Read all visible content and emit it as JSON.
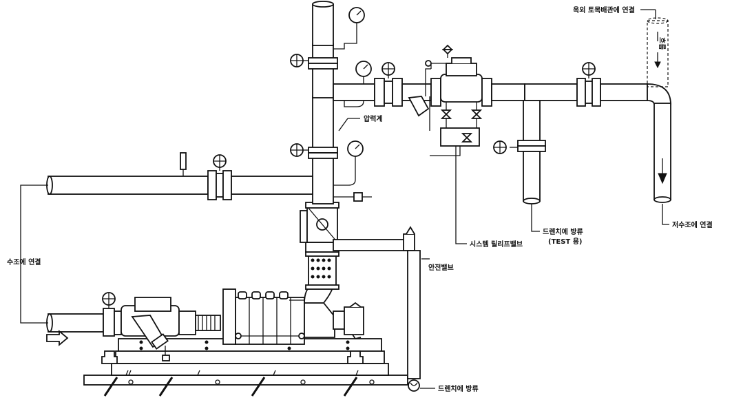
{
  "labels": {
    "outdoor_connection": "옥외 토목배관에 연결",
    "outdoor_flow": "흐름",
    "pressure_gauge": "압력계",
    "tank_connection": "수조에 연결",
    "system_relief_valve": "시스템 릴리프밸브",
    "drain_test": "드렌치에 방류",
    "test_use": "(TEST 용)",
    "reservoir_connection": "저수조에 연결",
    "safety_valve": "안전밸브",
    "drain_bottom": "드렌치에 방류"
  },
  "colors": {
    "line": "#111111",
    "background": "#ffffff"
  }
}
